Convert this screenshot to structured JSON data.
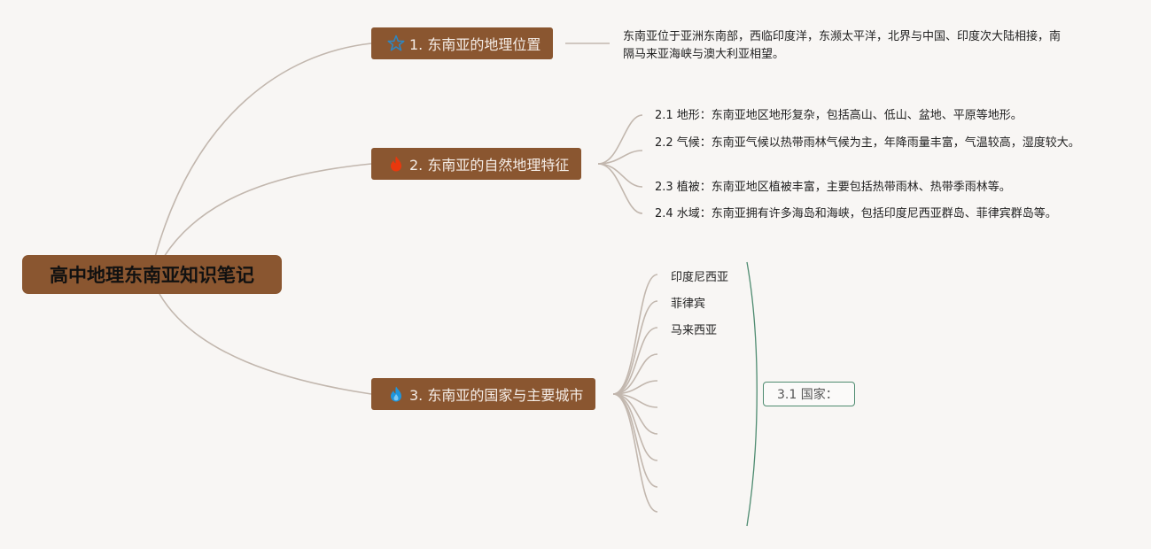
{
  "root": {
    "title": "高中地理东南亚知识笔记"
  },
  "branches": [
    {
      "label": "1. 东南亚的地理位置",
      "icon": "star-icon",
      "icon_color": "#2e86c1"
    },
    {
      "label": "2. 东南亚的自然地理特征",
      "icon": "fire-icon",
      "icon_color": "#e8380d"
    },
    {
      "label": "3. 东南亚的国家与主要城市",
      "icon": "flame-icon",
      "icon_color": "#1f95dc"
    }
  ],
  "location_note": "东南亚位于亚洲东南部，西临印度洋，东濒太平洋，北界与中国、印度次大陆相接，南隔马来亚海峡与澳大利亚相望。",
  "features": [
    "2.1 地形：东南亚地区地形复杂，包括高山、低山、盆地、平原等地形。",
    "2.2 气候：东南亚气候以热带雨林气候为主，年降雨量丰富，气温较高，湿度较大。",
    "2.3 植被：东南亚地区植被丰富，主要包括热带雨林、热带季雨林等。",
    "2.4 水域：东南亚拥有许多海岛和海峡，包括印度尼西亚群岛、菲律宾群岛等。"
  ],
  "countries": [
    "印度尼西亚",
    "菲律宾",
    "马来西亚"
  ],
  "countries_summary": "3.1 国家：",
  "colors": {
    "node": "#8a5630",
    "link": "#c2b7ae",
    "summary": "#4e8b70",
    "background": "#f8f6f4"
  }
}
